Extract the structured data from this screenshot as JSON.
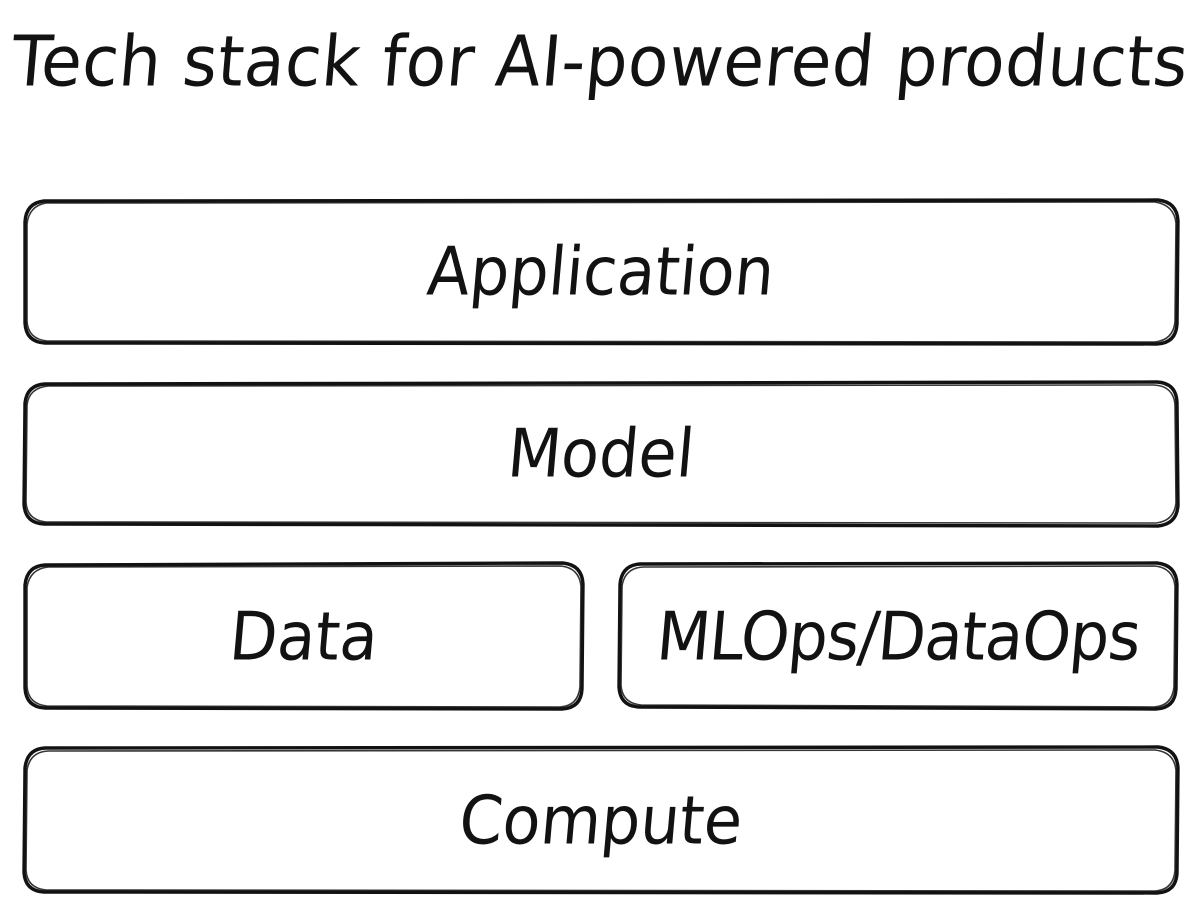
{
  "diagram": {
    "title": "Tech stack for AI-powered products",
    "style": {
      "background_color": "#ffffff",
      "stroke_color": "#121212",
      "fill_color": "#ffffff",
      "text_color": "#121212",
      "sketch_style": "hand-drawn"
    },
    "layers": [
      {
        "id": "application",
        "label": "Application",
        "row": 1,
        "span": "full"
      },
      {
        "id": "model",
        "label": "Model",
        "row": 2,
        "span": "full"
      },
      {
        "id": "data",
        "label": "Data",
        "row": 3,
        "span": "half-left"
      },
      {
        "id": "mlops",
        "label": "MLOps/DataOps",
        "row": 3,
        "span": "half-right"
      },
      {
        "id": "compute",
        "label": "Compute",
        "row": 4,
        "span": "full"
      }
    ]
  }
}
